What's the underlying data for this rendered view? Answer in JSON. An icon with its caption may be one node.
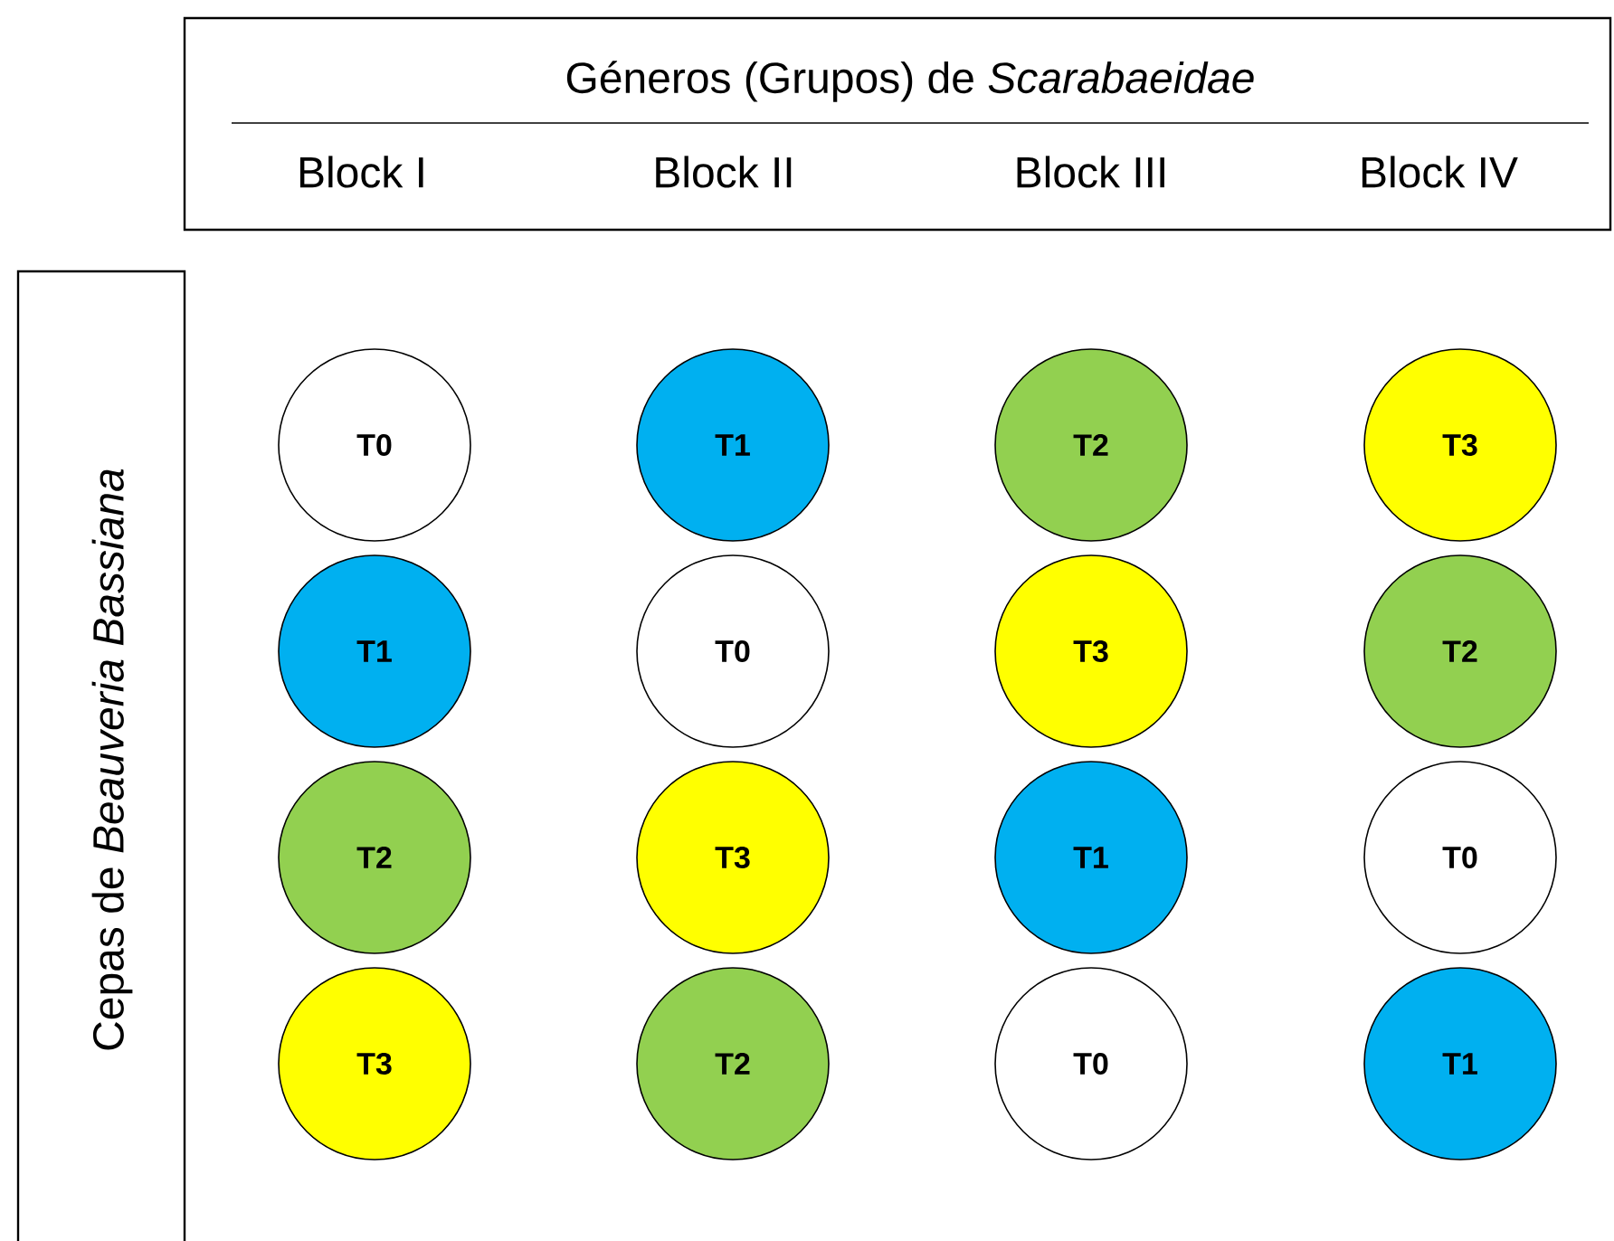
{
  "diagram": {
    "nodes": [
      {
        "text": [
          "Géneros (Grupos) de *Scarabaeidae*",
          "Block I",
          "Block II",
          "Block III",
          "Block IV"
        ]
      },
      {
        "text": [
          "Cepas de *Beauveria Bassiana*"
        ]
      },
      {
        "text": [
          "T0"
        ]
      },
      {
        "text": [
          "T1"
        ]
      },
      {
        "text": [
          "T2"
        ]
      },
      {
        "text": [
          "T3"
        ]
      },
      {
        "text": [
          "T1"
        ]
      },
      {
        "text": [
          "T0"
        ]
      },
      {
        "text": [
          "T3"
        ]
      },
      {
        "text": [
          "T2"
        ]
      },
      {
        "text": [
          "T2"
        ]
      },
      {
        "text": [
          "T3"
        ]
      },
      {
        "text": [
          "T1"
        ]
      },
      {
        "text": [
          "T0"
        ]
      },
      {
        "text": [
          "T3"
        ]
      },
      {
        "text": [
          "T2"
        ]
      },
      {
        "text": [
          "T0"
        ]
      },
      {
        "text": [
          "T1"
        ]
      }
    ]
  }
}
